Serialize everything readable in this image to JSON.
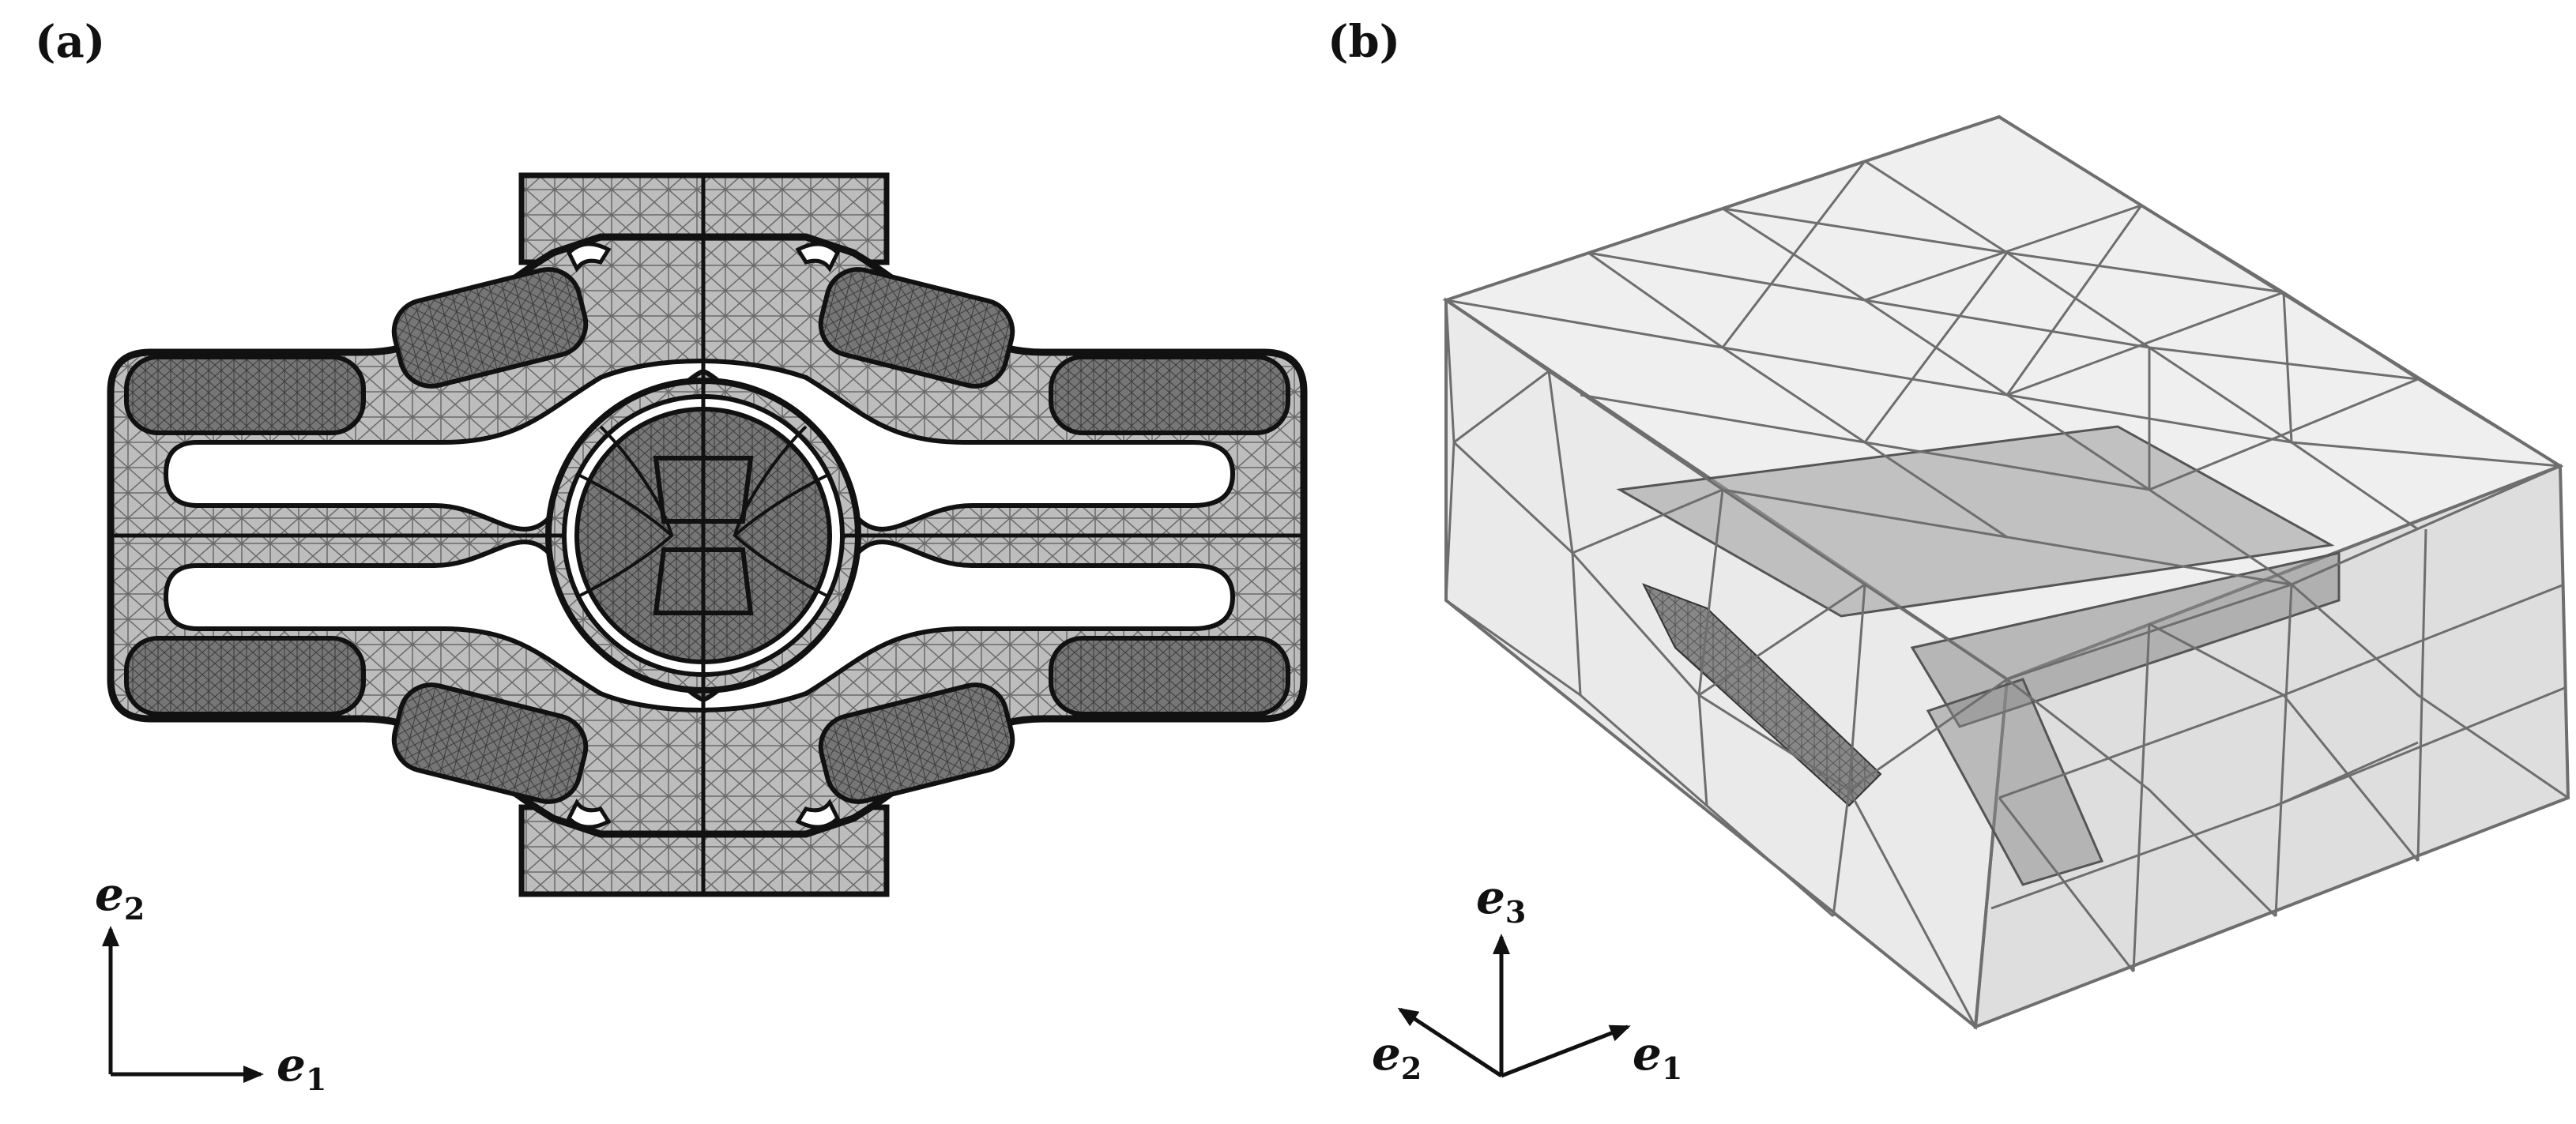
{
  "panels": [
    {
      "label": "(a)"
    },
    {
      "label": "(b)"
    }
  ],
  "axes_a": {
    "e2": {
      "base": "e",
      "sub": "2"
    },
    "e1": {
      "base": "e",
      "sub": "1"
    }
  },
  "axes_b": {
    "e3": {
      "base": "e",
      "sub": "3"
    },
    "e2": {
      "base": "e",
      "sub": "2"
    },
    "e1": {
      "base": "e",
      "sub": "1"
    }
  },
  "colors": {
    "outline": "#111111",
    "mesh_fill_light": "#b8b8b8",
    "mesh_fill_dark": "#6a6a6a",
    "mesh_line": "#555555",
    "wire_line": "#6e6e6e",
    "wire_fill": "#d9d9d9"
  }
}
